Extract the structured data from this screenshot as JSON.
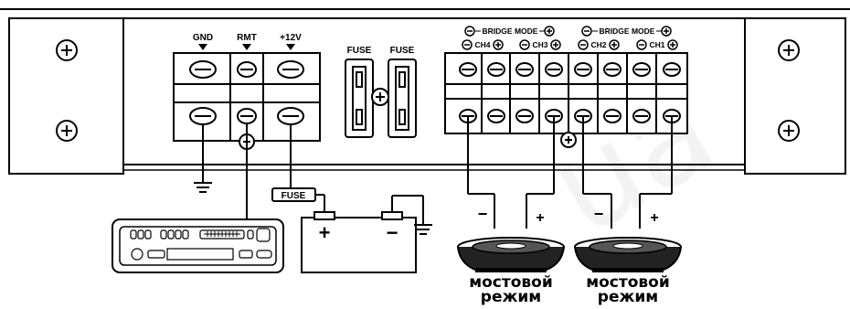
{
  "amp": {
    "terminals": {
      "gnd": "GND",
      "rmt": "RMT",
      "plus12v": "+12V"
    },
    "fuses": {
      "fuse_left": "FUSE",
      "fuse_right": "FUSE"
    },
    "bridge_mode_left": "BRIDGE MODE",
    "bridge_mode_right": "BRIDGE MODE",
    "channels": [
      "CH4",
      "CH3",
      "CH2",
      "CH1"
    ]
  },
  "wiring": {
    "inline_fuse": "FUSE",
    "battery_plus": "+",
    "battery_minus": "−",
    "speaker_left": {
      "minus": "−",
      "plus": "+",
      "caption_line1": "мостовой",
      "caption_line2": "режим"
    },
    "speaker_right": {
      "minus": "−",
      "plus": "+",
      "caption_line1": "мостовой",
      "caption_line2": "режим"
    }
  },
  "watermark": "ua"
}
